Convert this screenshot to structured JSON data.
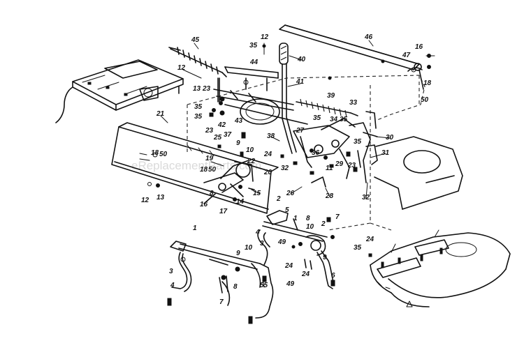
{
  "watermark": "eReplacementParts.com",
  "callouts": [
    {
      "id": "c45",
      "text": "45"
    },
    {
      "id": "c12a",
      "text": "12"
    },
    {
      "id": "c35a",
      "text": "35"
    },
    {
      "id": "c44",
      "text": "44"
    },
    {
      "id": "c40",
      "text": "40"
    },
    {
      "id": "c46",
      "text": "46"
    },
    {
      "id": "c47",
      "text": "47"
    },
    {
      "id": "c16a",
      "text": "16"
    },
    {
      "id": "c18a",
      "text": "18"
    },
    {
      "id": "c50a",
      "text": "50"
    },
    {
      "id": "c12b",
      "text": "12"
    },
    {
      "id": "c13a",
      "text": "13"
    },
    {
      "id": "c23a",
      "text": "23"
    },
    {
      "id": "c35b",
      "text": "35"
    },
    {
      "id": "c41",
      "text": "41"
    },
    {
      "id": "c39",
      "text": "39"
    },
    {
      "id": "c33",
      "text": "33"
    },
    {
      "id": "c35c",
      "text": "35"
    },
    {
      "id": "c42",
      "text": "42"
    },
    {
      "id": "c23b",
      "text": "23"
    },
    {
      "id": "c43",
      "text": "43"
    },
    {
      "id": "c25",
      "text": "25"
    },
    {
      "id": "c37",
      "text": "37"
    },
    {
      "id": "c21",
      "text": "21"
    },
    {
      "id": "c38",
      "text": "38"
    },
    {
      "id": "c27",
      "text": "27"
    },
    {
      "id": "c35d",
      "text": "35"
    },
    {
      "id": "c34",
      "text": "34"
    },
    {
      "id": "c35e",
      "text": "35"
    },
    {
      "id": "c30",
      "text": "30"
    },
    {
      "id": "c9a",
      "text": "9"
    },
    {
      "id": "c10a",
      "text": "10"
    },
    {
      "id": "c24a",
      "text": "24"
    },
    {
      "id": "c18b",
      "text": "18"
    },
    {
      "id": "c50b",
      "text": "50"
    },
    {
      "id": "c19",
      "text": "19"
    },
    {
      "id": "c36",
      "text": "36"
    },
    {
      "id": "c35f",
      "text": "35"
    },
    {
      "id": "c31",
      "text": "31"
    },
    {
      "id": "c18c",
      "text": "18"
    },
    {
      "id": "c50c",
      "text": "50"
    },
    {
      "id": "c22",
      "text": "22"
    },
    {
      "id": "c20",
      "text": "20"
    },
    {
      "id": "c32a",
      "text": "32"
    },
    {
      "id": "c29",
      "text": "29"
    },
    {
      "id": "c23c",
      "text": "23"
    },
    {
      "id": "c11",
      "text": "11"
    },
    {
      "id": "c26",
      "text": "26"
    },
    {
      "id": "c15",
      "text": "15"
    },
    {
      "id": "c12c",
      "text": "12"
    },
    {
      "id": "c13b",
      "text": "13"
    },
    {
      "id": "c16b",
      "text": "16"
    },
    {
      "id": "c8a",
      "text": "8"
    },
    {
      "id": "c14",
      "text": "14"
    },
    {
      "id": "c17",
      "text": "17"
    },
    {
      "id": "c28",
      "text": "28"
    },
    {
      "id": "c32b",
      "text": "32"
    },
    {
      "id": "c2a",
      "text": "2"
    },
    {
      "id": "c5",
      "text": "5"
    },
    {
      "id": "c8b",
      "text": "8"
    },
    {
      "id": "c7a",
      "text": "7"
    },
    {
      "id": "c1a",
      "text": "1"
    },
    {
      "id": "c1b",
      "text": "1"
    },
    {
      "id": "c4a",
      "text": "4"
    },
    {
      "id": "c10b",
      "text": "10"
    },
    {
      "id": "c2b",
      "text": "2"
    },
    {
      "id": "c3a",
      "text": "3"
    },
    {
      "id": "c49a",
      "text": "49"
    },
    {
      "id": "c9b",
      "text": "9"
    },
    {
      "id": "c10c",
      "text": "10"
    },
    {
      "id": "c9c",
      "text": "9"
    },
    {
      "id": "c3b",
      "text": "3"
    },
    {
      "id": "c4b",
      "text": "4"
    },
    {
      "id": "c24b",
      "text": "24"
    },
    {
      "id": "c6",
      "text": "6"
    },
    {
      "id": "c7b",
      "text": "7"
    },
    {
      "id": "c8c",
      "text": "8"
    },
    {
      "id": "c55",
      "text": "55"
    },
    {
      "id": "c49b",
      "text": "49"
    },
    {
      "id": "c24c",
      "text": "24"
    },
    {
      "id": "c24d",
      "text": "24"
    },
    {
      "id": "c35g",
      "text": "35"
    }
  ]
}
